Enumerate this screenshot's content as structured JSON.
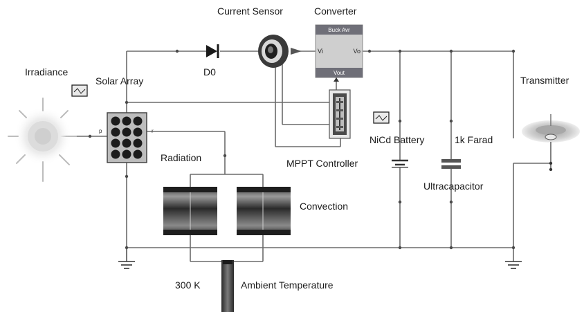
{
  "labels": {
    "current_sensor": "Current Sensor",
    "converter": "Converter",
    "irradiance": "Irradiance",
    "solar_array": "Solar Array",
    "diode": "D0",
    "transmitter": "Transmitter",
    "nicd_battery": "NiCd Battery",
    "capacitance": "1k Farad",
    "mppt_controller": "MPPT Controller",
    "radiation": "Radiation",
    "ultracapacitor": "Ultracapacitor",
    "convection": "Convection",
    "temperature_value": "300 K",
    "ambient_temperature": "Ambient Temperature"
  },
  "converter_ports": {
    "top": "Buck Avr",
    "in": "Vi",
    "out": "Vo",
    "bottom": "Vout"
  },
  "solar_ports": {
    "left": "p",
    "right": "r"
  },
  "colors": {
    "wire": "#6b6b6b",
    "block_dark": "#2b2b2b",
    "block_gray": "#8a8a8a",
    "converter_body": "#cfcfcf",
    "converter_head": "#6f6f78"
  }
}
